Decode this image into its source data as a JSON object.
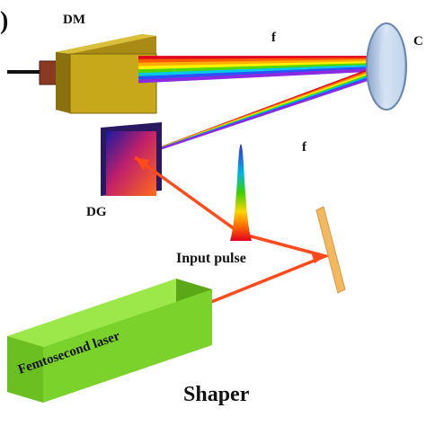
{
  "panel_marker": ")",
  "labels": {
    "dm": "DM",
    "f_top": "f",
    "c": "C",
    "f_bottom": "f",
    "dg": "DG",
    "input_pulse": "Input pulse",
    "laser": "Femtosecond laser",
    "caption": "Shaper"
  },
  "colors": {
    "beam": "#ff4a1c",
    "dm_box": "#c6a81a",
    "dm_connector": "#8a3a22",
    "laser_box": "#7ad22a",
    "mirror": "#f4b860",
    "lens": "#b9cde6",
    "spectrum": [
      "#e0001e",
      "#ff5a00",
      "#ffae00",
      "#fff200",
      "#52d800",
      "#00c8e6",
      "#2a52ff",
      "#8a2be2"
    ]
  }
}
